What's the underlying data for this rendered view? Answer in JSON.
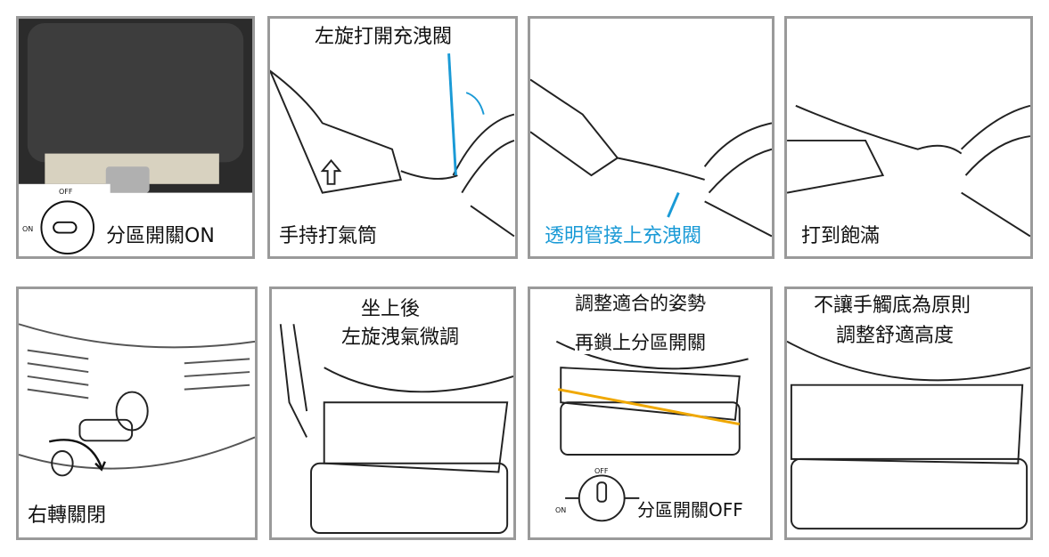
{
  "steps": [
    {
      "caption": "分區開關ON",
      "dial_off": "OFF",
      "dial_on": "ON"
    },
    {
      "title": "左旋打開充洩閥",
      "caption": "手持打氣筒"
    },
    {
      "caption": "透明管接上充洩閥"
    },
    {
      "caption": "打到飽滿"
    },
    {
      "caption": "右轉關閉"
    },
    {
      "line1": "坐上後",
      "line2": "左旋洩氣微調"
    },
    {
      "line1": "調整適合的姿勢",
      "line2": "再鎖上分區開關",
      "caption": "分區開關OFF",
      "dial_off": "OFF",
      "dial_on": "ON"
    },
    {
      "line1": "不讓手觸底為原則",
      "line2": "調整舒適高度"
    }
  ],
  "colors": {
    "accent_blue": "#1a9ad6",
    "accent_orange": "#f0a800",
    "border": "#9a9a9a"
  }
}
